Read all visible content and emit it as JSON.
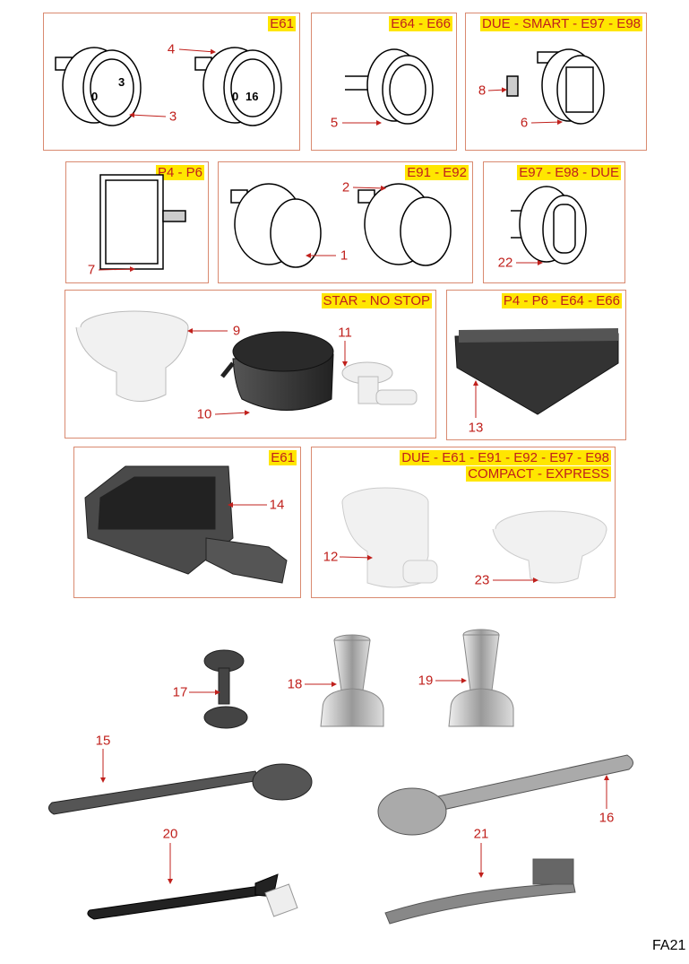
{
  "sheet_code": "FA21",
  "panels": [
    {
      "tags": [
        "E61"
      ]
    },
    {
      "tags": [
        "E64 - E66"
      ]
    },
    {
      "tags": [
        "DUE - SMART - E97 - E98"
      ]
    },
    {
      "tags": [
        "P4 - P6"
      ]
    },
    {
      "tags": [
        "E91 - E92"
      ]
    },
    {
      "tags": [
        "E97 - E98 - DUE"
      ]
    },
    {
      "tags": [
        "STAR - NO STOP"
      ]
    },
    {
      "tags": [
        "P4 - P6 - E64 - E66"
      ]
    },
    {
      "tags": [
        "E61"
      ]
    },
    {
      "tags": [
        "DUE - E61 - E91 - E92 - E97 - E98",
        "COMPACT - EXPRESS"
      ]
    }
  ],
  "callouts": [
    "3",
    "4",
    "5",
    "8",
    "6",
    "2",
    "1",
    "7",
    "22",
    "9",
    "10",
    "11",
    "13",
    "14",
    "12",
    "23",
    "17",
    "18",
    "19",
    "15",
    "16",
    "20",
    "21"
  ],
  "gauge_labels": {
    "g3_min": "0",
    "g3_max": "3",
    "g4_min": "0",
    "g4_max": "16"
  },
  "colors": {
    "border": "#d98a70",
    "tag_bg": "#ffe600",
    "text": "#c0201c"
  }
}
